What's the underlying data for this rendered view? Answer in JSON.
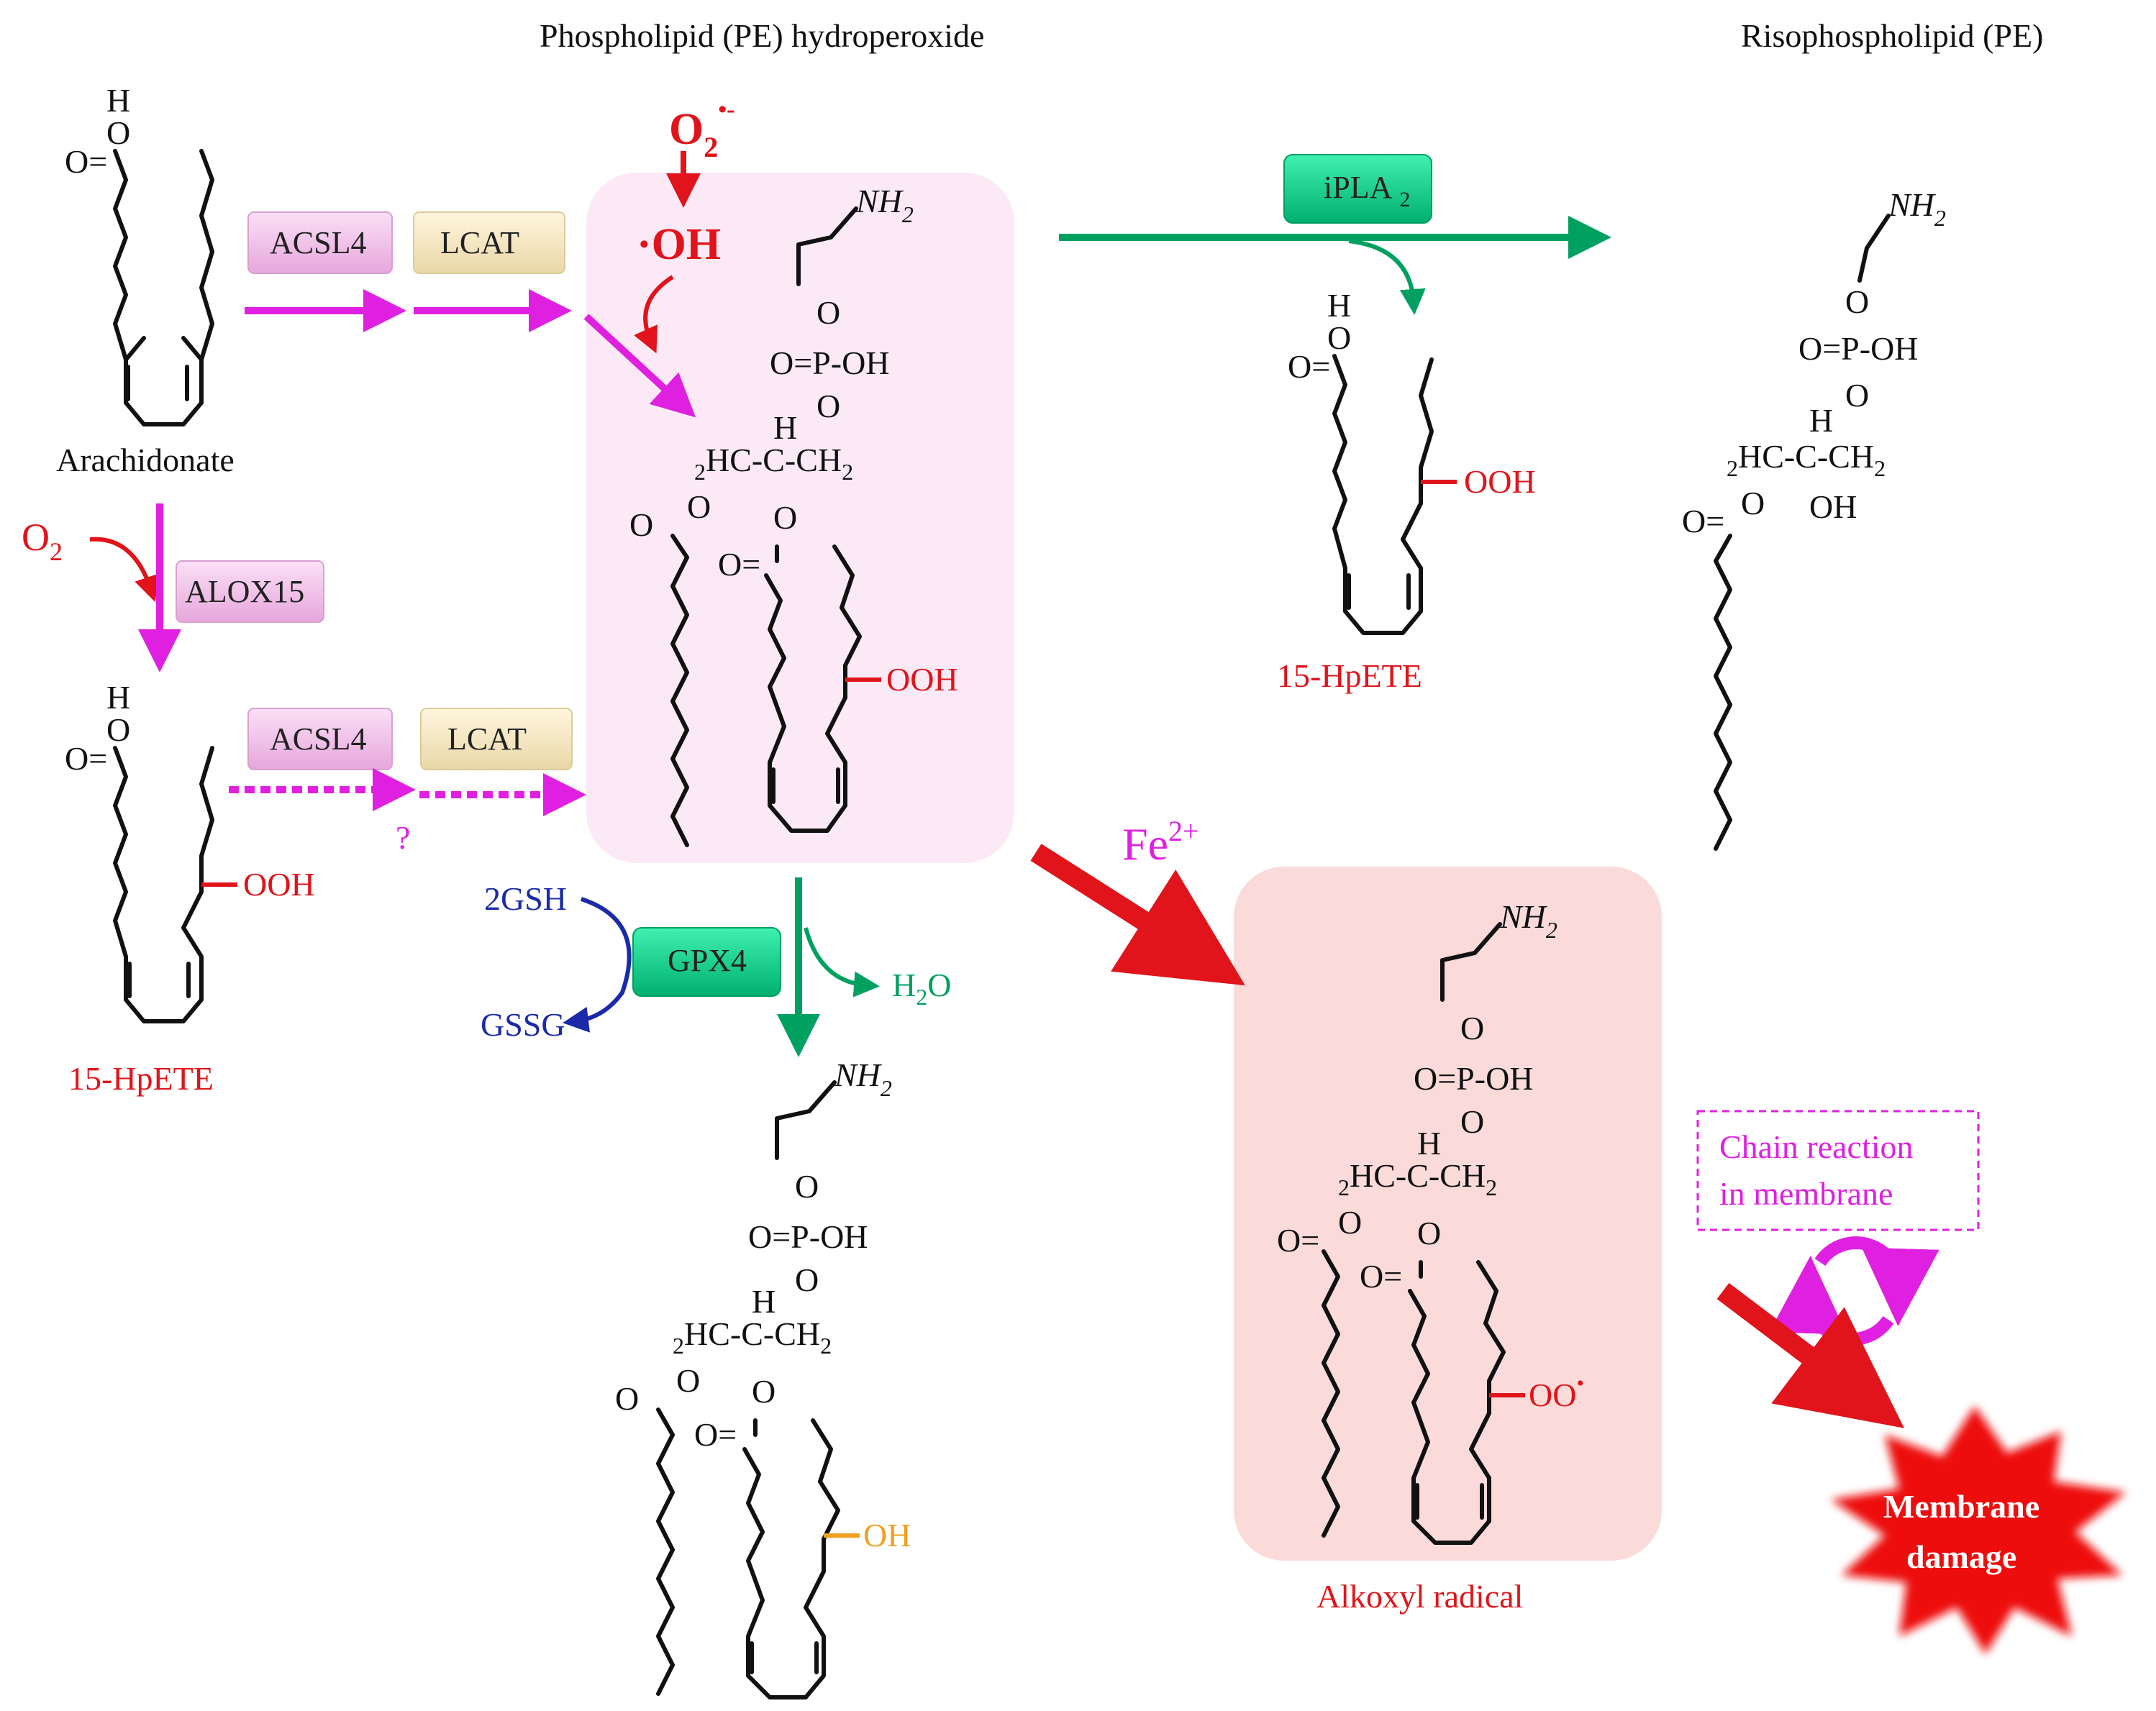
{
  "titles": {
    "hydroperoxide": "Phospholipid  (PE)  hydroperoxide",
    "lysophospholipid": "Risophospholipid  (PE)"
  },
  "molecules": {
    "arachidonate": "Arachidonate",
    "hpete_left": "15-HpETE",
    "hpete_right": "15-HpETE",
    "alkoxyl": "Alkoxyl  radical"
  },
  "enzymes": {
    "acsl4_top": "ACSL4",
    "lcat_top": "LCAT",
    "acsl4_bottom": "ACSL4",
    "lcat_bottom": "LCAT",
    "alox15": "ALOX15",
    "gpx4": "GPX4",
    "ipla2": "iPLA",
    "ipla2_sub": "2"
  },
  "reagents": {
    "o2_left": "O",
    "o2_left_sub": "2",
    "superoxide": "O",
    "superoxide_sub": "2",
    "superoxide_sup": "•-",
    "hydroxyl": "·OH",
    "gsh": "2GSH",
    "gssg": "GSSG",
    "water": "H",
    "water_sub": "2",
    "water_o": "O",
    "iron": "Fe",
    "iron_sup": "2+",
    "question": "?"
  },
  "groups": {
    "ooh": "OOH",
    "oh": "OH",
    "oo_radical": "OO",
    "radical_dot": "•",
    "nh2": "NH",
    "nh2_sub": "2",
    "phosphate": "O=P-OH",
    "o": "O",
    "h": "H",
    "c_o": "O=",
    "backbone": "HC-C-CH",
    "backbone_pre": "2",
    "backbone_sub": "2"
  },
  "chain_reaction": {
    "line1": "Chain  reaction",
    "line2": "in  membrane"
  },
  "membrane_damage": {
    "line1": "Membrane",
    "line2": "damage"
  },
  "colors": {
    "magenta": "#e020e0",
    "red": "#e0141a",
    "green": "#00a060",
    "blue": "#1a2aa8",
    "pink_box": "#fbeaf6",
    "salmon_box": "#fbdada",
    "oh_yellow": "#f0a020"
  }
}
